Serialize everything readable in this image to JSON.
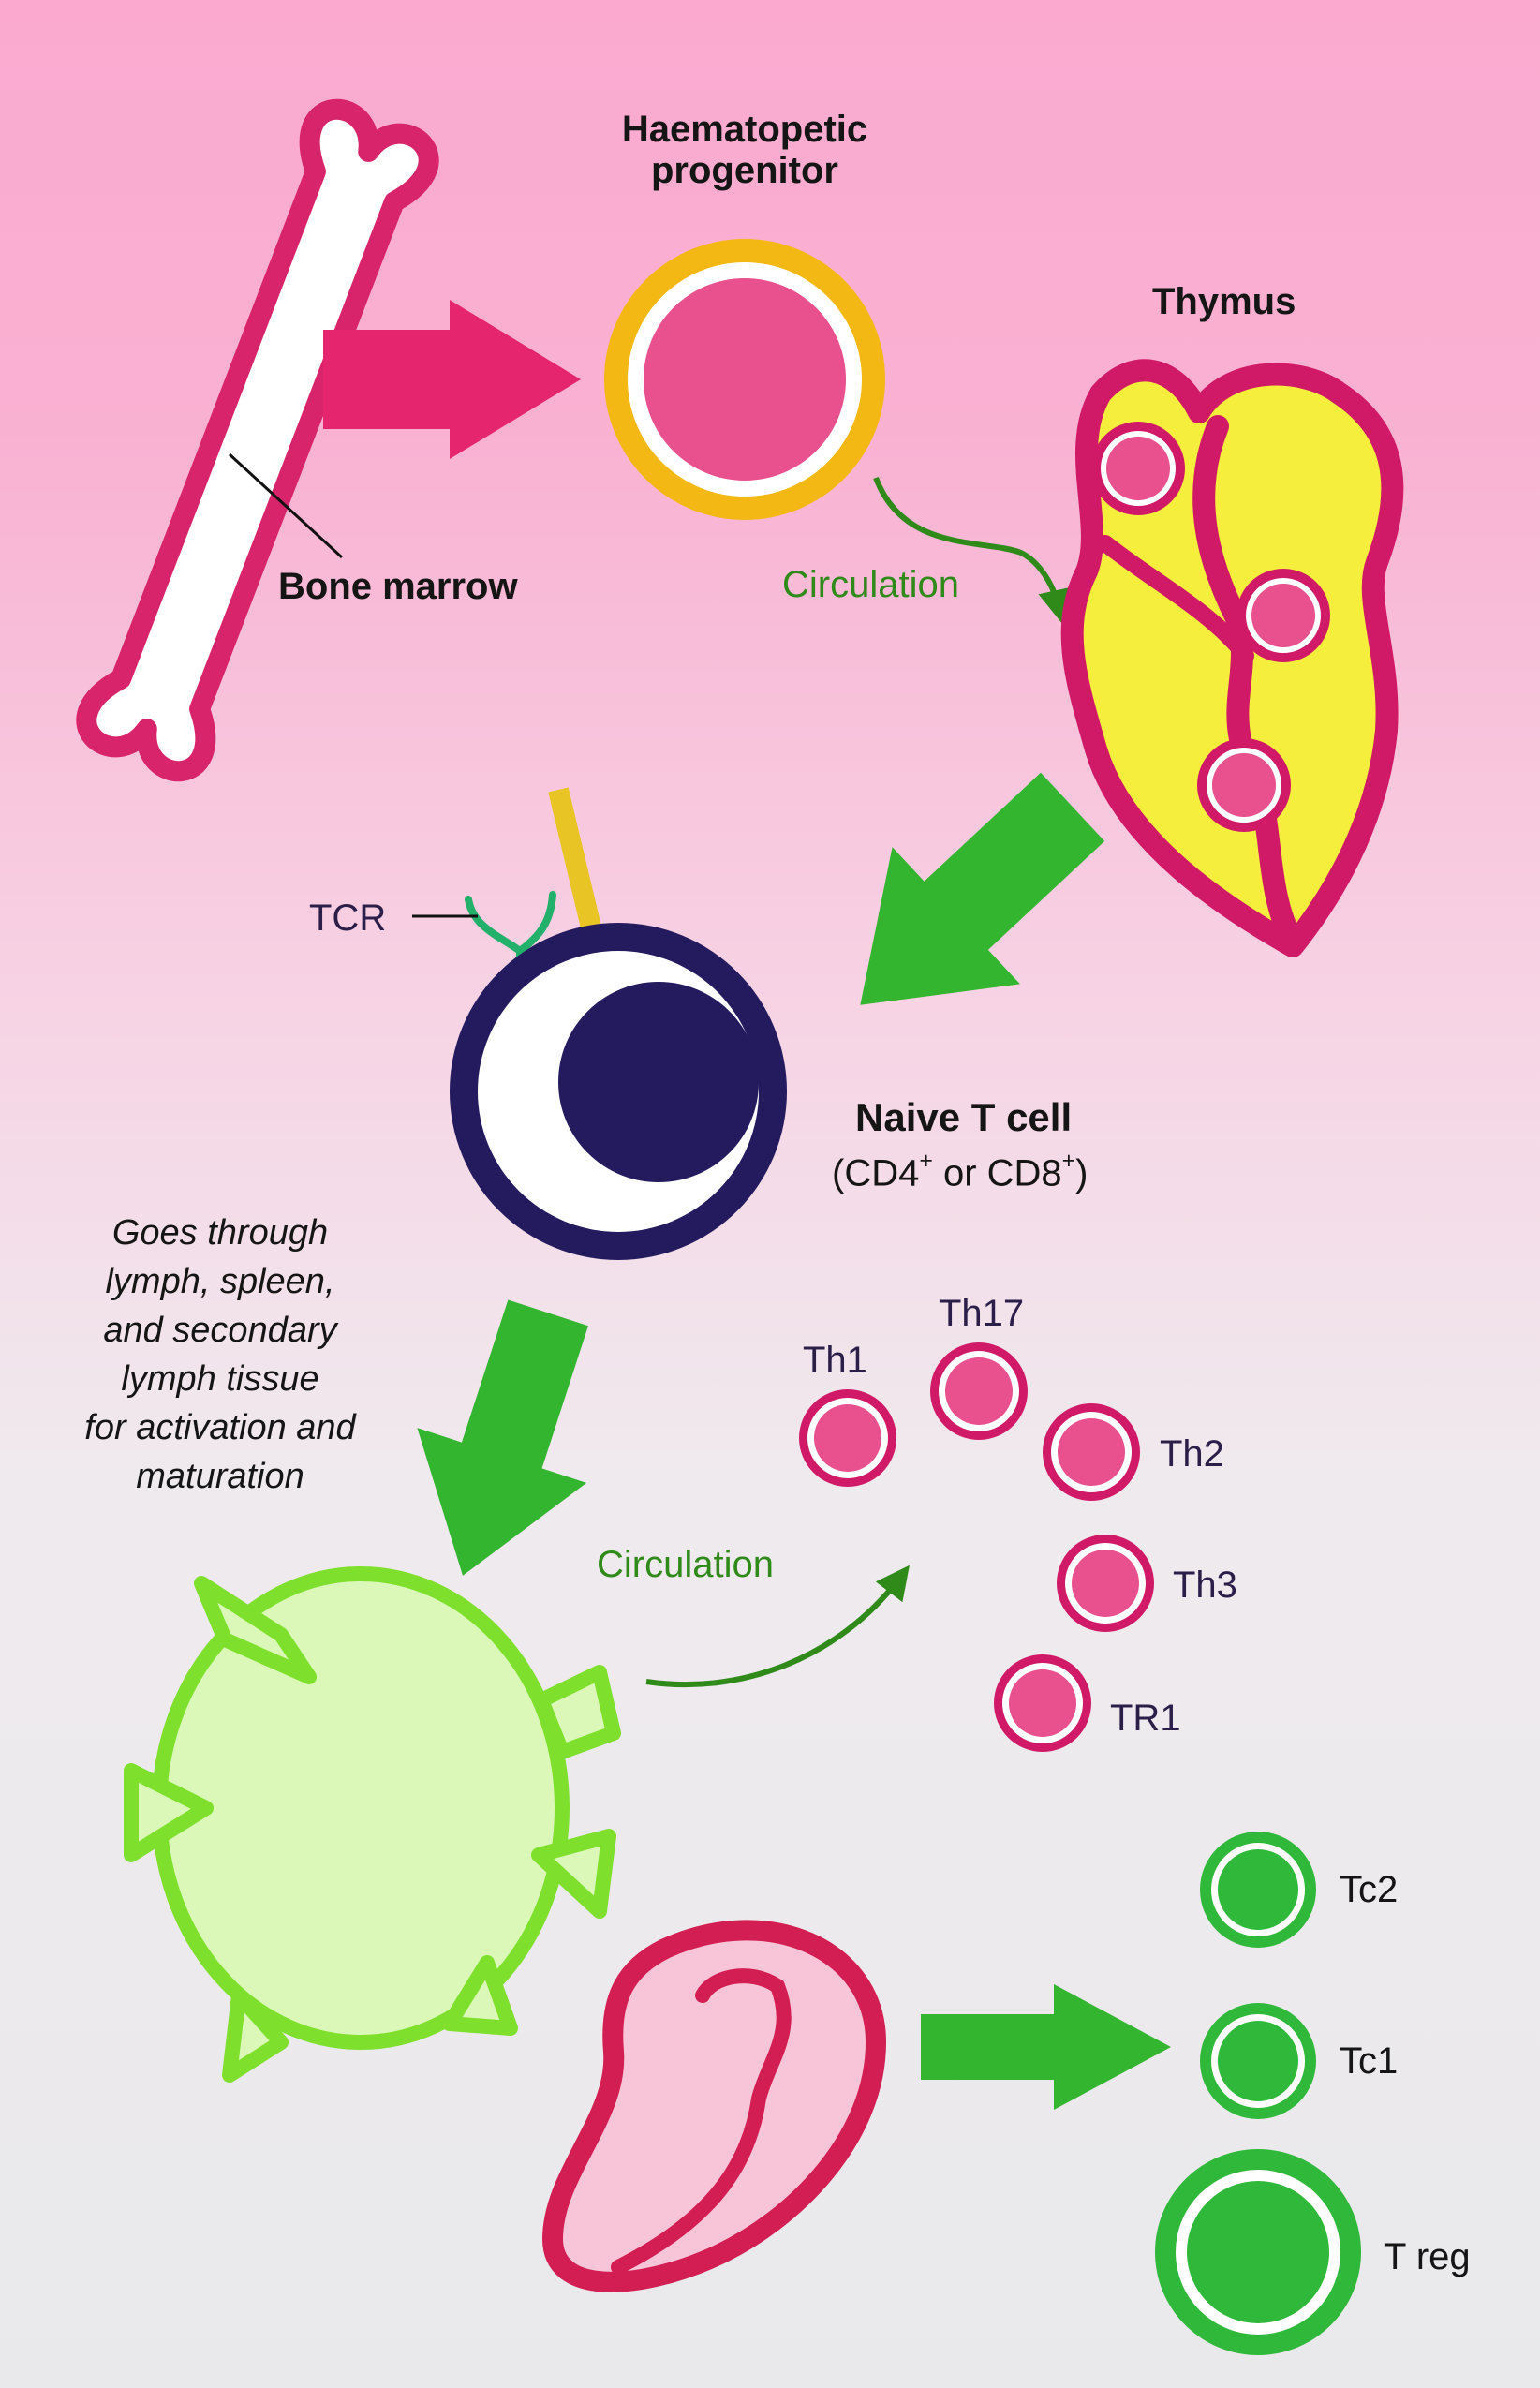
{
  "labels": {
    "haematopoietic_line1": "Haematopetic",
    "haematopoietic_line2": "progenitor",
    "thymus": "Thymus",
    "bone_marrow": "Bone marrow",
    "circulation_top": "Circulation",
    "tcr": "TCR",
    "naive_t_cell": "Naive T cell",
    "naive_sub_a": "(CD4",
    "naive_sub_plus1": "+",
    "naive_sub_b": " or CD8",
    "naive_sub_plus2": "+",
    "naive_sub_c": ")",
    "note_lines": [
      "Goes through",
      "lymph, spleen,",
      "and secondary",
      "lymph tissue",
      "for activation and",
      "maturation"
    ],
    "circulation_bottom": "Circulation"
  },
  "cells": {
    "th1": "Th1",
    "th17": "Th17",
    "th2": "Th2",
    "th3": "Th3",
    "tr1": "TR1",
    "tc2": "Tc2",
    "tc1": "Tc1",
    "treg": "T reg"
  },
  "colors": {
    "magenta": "#d8246a",
    "pink_fill": "#e8508e",
    "yellow": "#f6ee3c",
    "orange_ring": "#f4b814",
    "navy": "#241a5e",
    "bright_green": "#2fb83a",
    "lime": "#7ee02c",
    "lime_fill": "#dcf8b8",
    "crimson": "#d21e52"
  }
}
